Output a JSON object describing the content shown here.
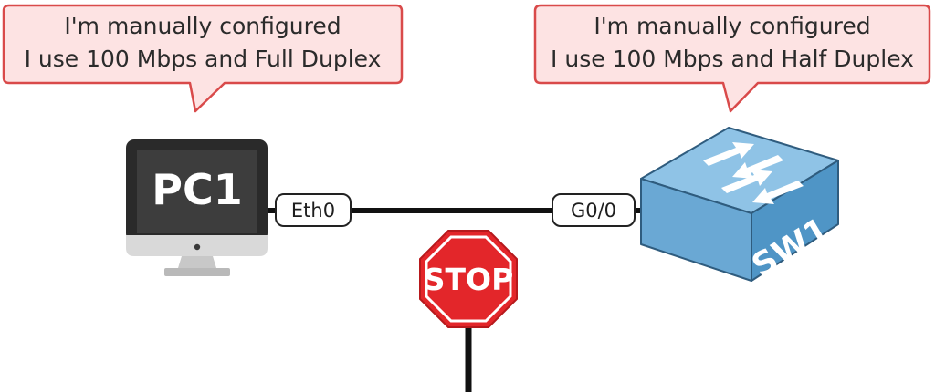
{
  "bubbles": {
    "left": {
      "line1": "I'm manually configured",
      "line2": "I use 100 Mbps and Full Duplex"
    },
    "right": {
      "line1": "I'm manually configured",
      "line2": "I use 100 Mbps and Half Duplex"
    }
  },
  "devices": {
    "pc": {
      "label": "PC1",
      "port": "Eth0"
    },
    "switch": {
      "label": "SW1",
      "port": "G0/0"
    }
  },
  "stop_sign": {
    "text": "STOP"
  },
  "colors": {
    "bubble_fill": "#fde3e3",
    "bubble_border": "#d94a4a",
    "stop_red": "#e3262a",
    "switch_top": "#8fc3e6",
    "switch_front": "#4f95c6",
    "monitor_screen": "#3d3d3d"
  }
}
